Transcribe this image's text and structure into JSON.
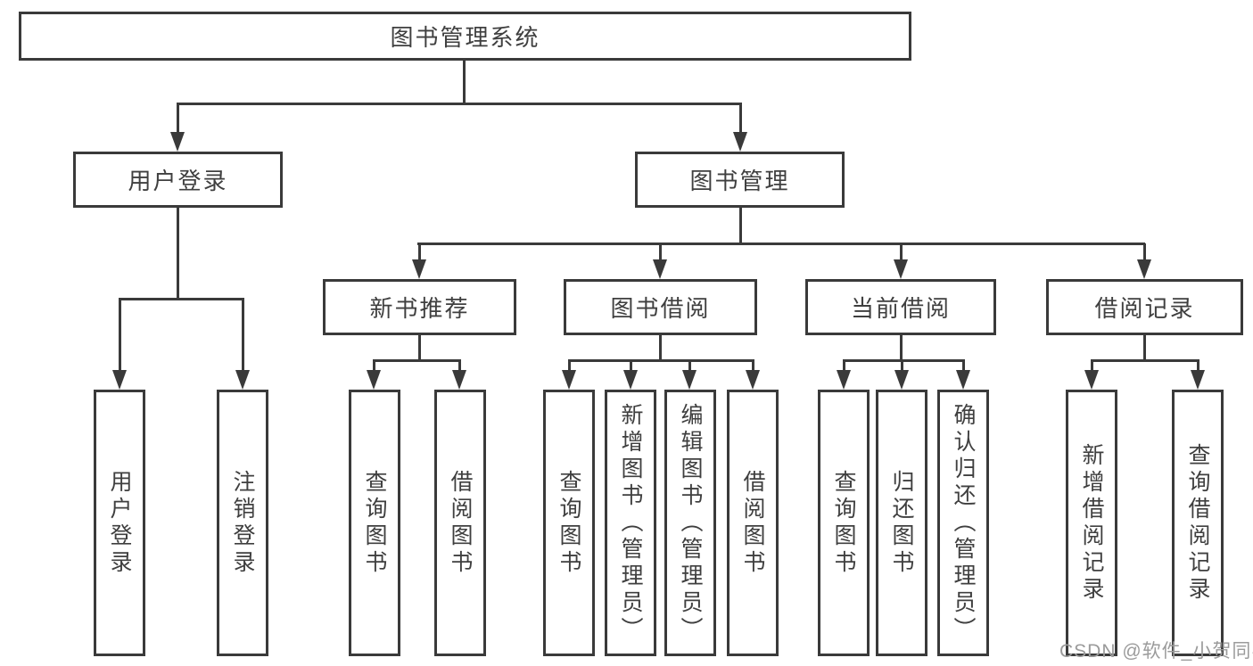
{
  "colors": {
    "line": "#3a3a3a",
    "text": "#3f3f3f",
    "watermark": "#9b9b9b",
    "background": "#ffffff"
  },
  "tree": {
    "label": "图书管理系统",
    "children": [
      {
        "label": "用户登录",
        "children": [
          {
            "label": "用户登录"
          },
          {
            "label": "注销登录"
          }
        ]
      },
      {
        "label": "图书管理",
        "children": [
          {
            "label": "新书推荐",
            "children": [
              {
                "label": "查询图书"
              },
              {
                "label": "借阅图书"
              }
            ]
          },
          {
            "label": "图书借阅",
            "children": [
              {
                "label": "查询图书"
              },
              {
                "label": "新增图书（管理员）"
              },
              {
                "label": "编辑图书（管理员）"
              },
              {
                "label": "借阅图书"
              }
            ]
          },
          {
            "label": "当前借阅",
            "children": [
              {
                "label": "查询图书"
              },
              {
                "label": "归还图书"
              },
              {
                "label": "确认归还（管理员）"
              }
            ]
          },
          {
            "label": "借阅记录",
            "children": [
              {
                "label": "新增借阅记录"
              },
              {
                "label": "查询借阅记录"
              }
            ]
          }
        ]
      }
    ]
  },
  "watermark": {
    "text": "CSDN @软件_小贺同学"
  }
}
